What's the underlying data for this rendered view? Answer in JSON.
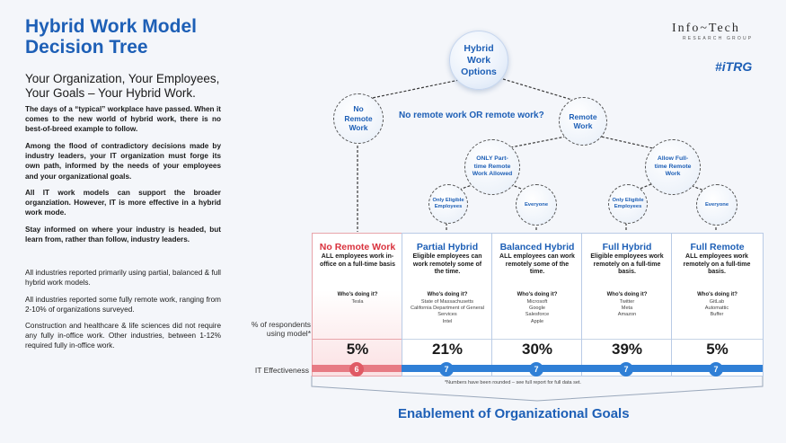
{
  "header": {
    "title_line1": "Hybrid Work Model",
    "title_line2": "Decision Tree",
    "subtitle_line1": "Your Organization, Your Employees,",
    "subtitle_line2": "Your Goals – Your Hybrid Work."
  },
  "brand": {
    "logo": "Info~Tech",
    "logo_sub": "RESEARCH GROUP",
    "tag": "#iTRG"
  },
  "paragraphs": [
    "The days of a “typical” workplace have passed. When it comes to the new world of hybrid work, there is no best-of-breed example to follow.",
    "Among the flood of contradictory decisions made by industry leaders, your IT organization must forge its own path, informed by the needs of your employees and your organizational goals.",
    "All IT work models can support the broader organziation. However, IT is more effective in a hybrid work mode.",
    "Stay informed on where your industry is headed, but learn from, rather than follow, industry leaders."
  ],
  "findings": [
    "All industries reported primarily using partial, balanced & full hybrid work models.",
    "All industries reported some fully remote work, ranging from 2-10% of organizations surveyed.",
    "Construction and healthcare & life sciences did not require any fully in-office work. Other industries, between 1-12% required fully in-office work."
  ],
  "tree": {
    "root": "Hybrid Work Options",
    "no_remote": "No Remote Work",
    "remote": "Remote Work",
    "question": "No remote work OR remote work?",
    "only_part_time": "ONLY Part-time Remote Work Allowed",
    "allow_full_time": "Allow Full-time Remote Work",
    "leaf_eligible_1": "Only Eligible Employees",
    "leaf_everyone_1": "Everyone",
    "leaf_eligible_2": "Only Eligible Employees",
    "leaf_everyone_2": "Everyone"
  },
  "models": [
    {
      "name": "No Remote Work",
      "desc": "ALL employees work in-office on a full-time basis",
      "who_label": "Who's doing it?",
      "companies": [
        "Tesla"
      ],
      "pct": "5%",
      "effectiveness": "6"
    },
    {
      "name": "Partial Hybrid",
      "desc": "Eligible employees can work remotely some of the time.",
      "who_label": "Who's doing it?",
      "companies": [
        "State of Massachusetts",
        "California Department of General Services",
        "Intel"
      ],
      "pct": "21%",
      "effectiveness": "7"
    },
    {
      "name": "Balanced Hybrid",
      "desc": "ALL employees can work remotely some of the time.",
      "who_label": "Who's doing it?",
      "companies": [
        "Microsoft",
        "Google",
        "Salesforce",
        "Apple"
      ],
      "pct": "30%",
      "effectiveness": "7"
    },
    {
      "name": "Full Hybrid",
      "desc": "Eligible employees work remotely on a full-time basis.",
      "who_label": "Who's doing it?",
      "companies": [
        "Twitter",
        "Meta",
        "Amazon"
      ],
      "pct": "39%",
      "effectiveness": "7"
    },
    {
      "name": "Full Remote",
      "desc": "ALL employees work remotely on a full-time basis.",
      "who_label": "Who's doing it?",
      "companies": [
        "GitLab",
        "Automattic",
        "Buffer"
      ],
      "pct": "5%",
      "effectiveness": "7"
    }
  ],
  "labels": {
    "pct_line1": "% of respondents",
    "pct_line2": "using model*",
    "it_effectiveness": "IT Effectiveness",
    "footnote": "*Numbers have been rounded – see full report for full data set.",
    "enablement": "Enablement of Organizational Goals"
  },
  "colors": {
    "accent": "#1d5fb6",
    "no_remote_red": "#d9323d",
    "bar_blue": "#2f7fd6",
    "bar_red": "#e77b84"
  }
}
